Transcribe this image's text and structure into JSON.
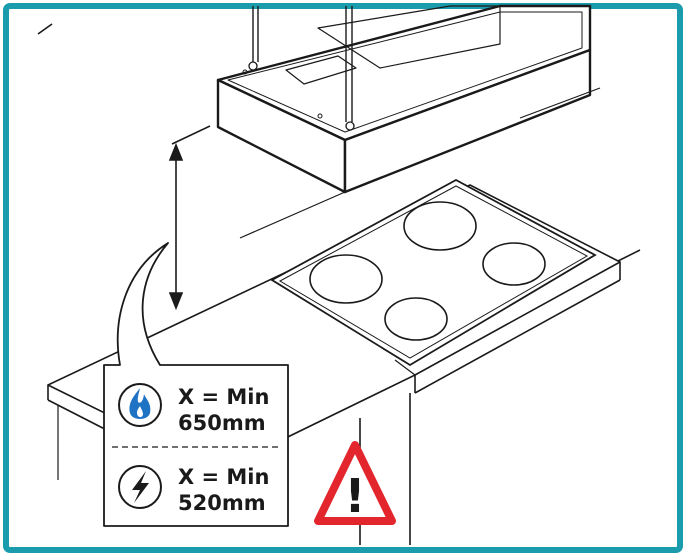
{
  "gas": {
    "icon": "gas-flame-icon",
    "line1": "X = Min",
    "line2": "650mm"
  },
  "electric": {
    "icon": "lightning-bolt-icon",
    "line1": "X = Min",
    "line2": "520mm"
  },
  "warning": {
    "icon": "warning-triangle-icon",
    "symbol": "!"
  },
  "colors": {
    "frame": "#1a9cad",
    "flame": "#1f73c4",
    "warning_red": "#e3262e",
    "line": "#1a1a1a"
  }
}
